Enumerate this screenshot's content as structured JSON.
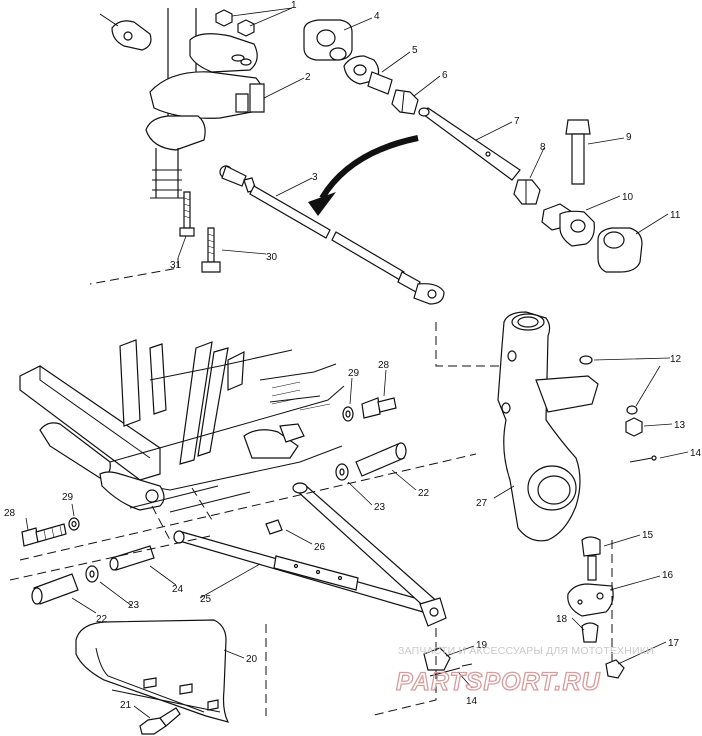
{
  "callouts": {
    "n1": "1",
    "n2": "2",
    "n3": "3",
    "n4": "4",
    "n5": "5",
    "n6": "6",
    "n7": "7",
    "n8": "8",
    "n9": "9",
    "n10": "10",
    "n11": "11",
    "n12": "12",
    "n13": "13",
    "n14a": "14",
    "n14b": "14",
    "n15": "15",
    "n16": "16",
    "n17": "17",
    "n18": "18",
    "n19": "19",
    "n20": "20",
    "n21": "21",
    "n22a": "22",
    "n22b": "22",
    "n23a": "23",
    "n23b": "23",
    "n24": "24",
    "n25": "25",
    "n26": "26",
    "n27": "27",
    "n28a": "28",
    "n28b": "28",
    "n29a": "29",
    "n29b": "29",
    "n30": "30",
    "n31": "31"
  },
  "watermark": {
    "caption": "ЗАПЧАСТИ И АКСЕССУАРЫ ДЛЯ МОТОТЕХНИКИ",
    "logo": "PARTSPORT.RU"
  },
  "colors": {
    "ink": "#111111",
    "watermark_text": "#c9c9c9",
    "watermark_logo": "#d99c9c"
  }
}
